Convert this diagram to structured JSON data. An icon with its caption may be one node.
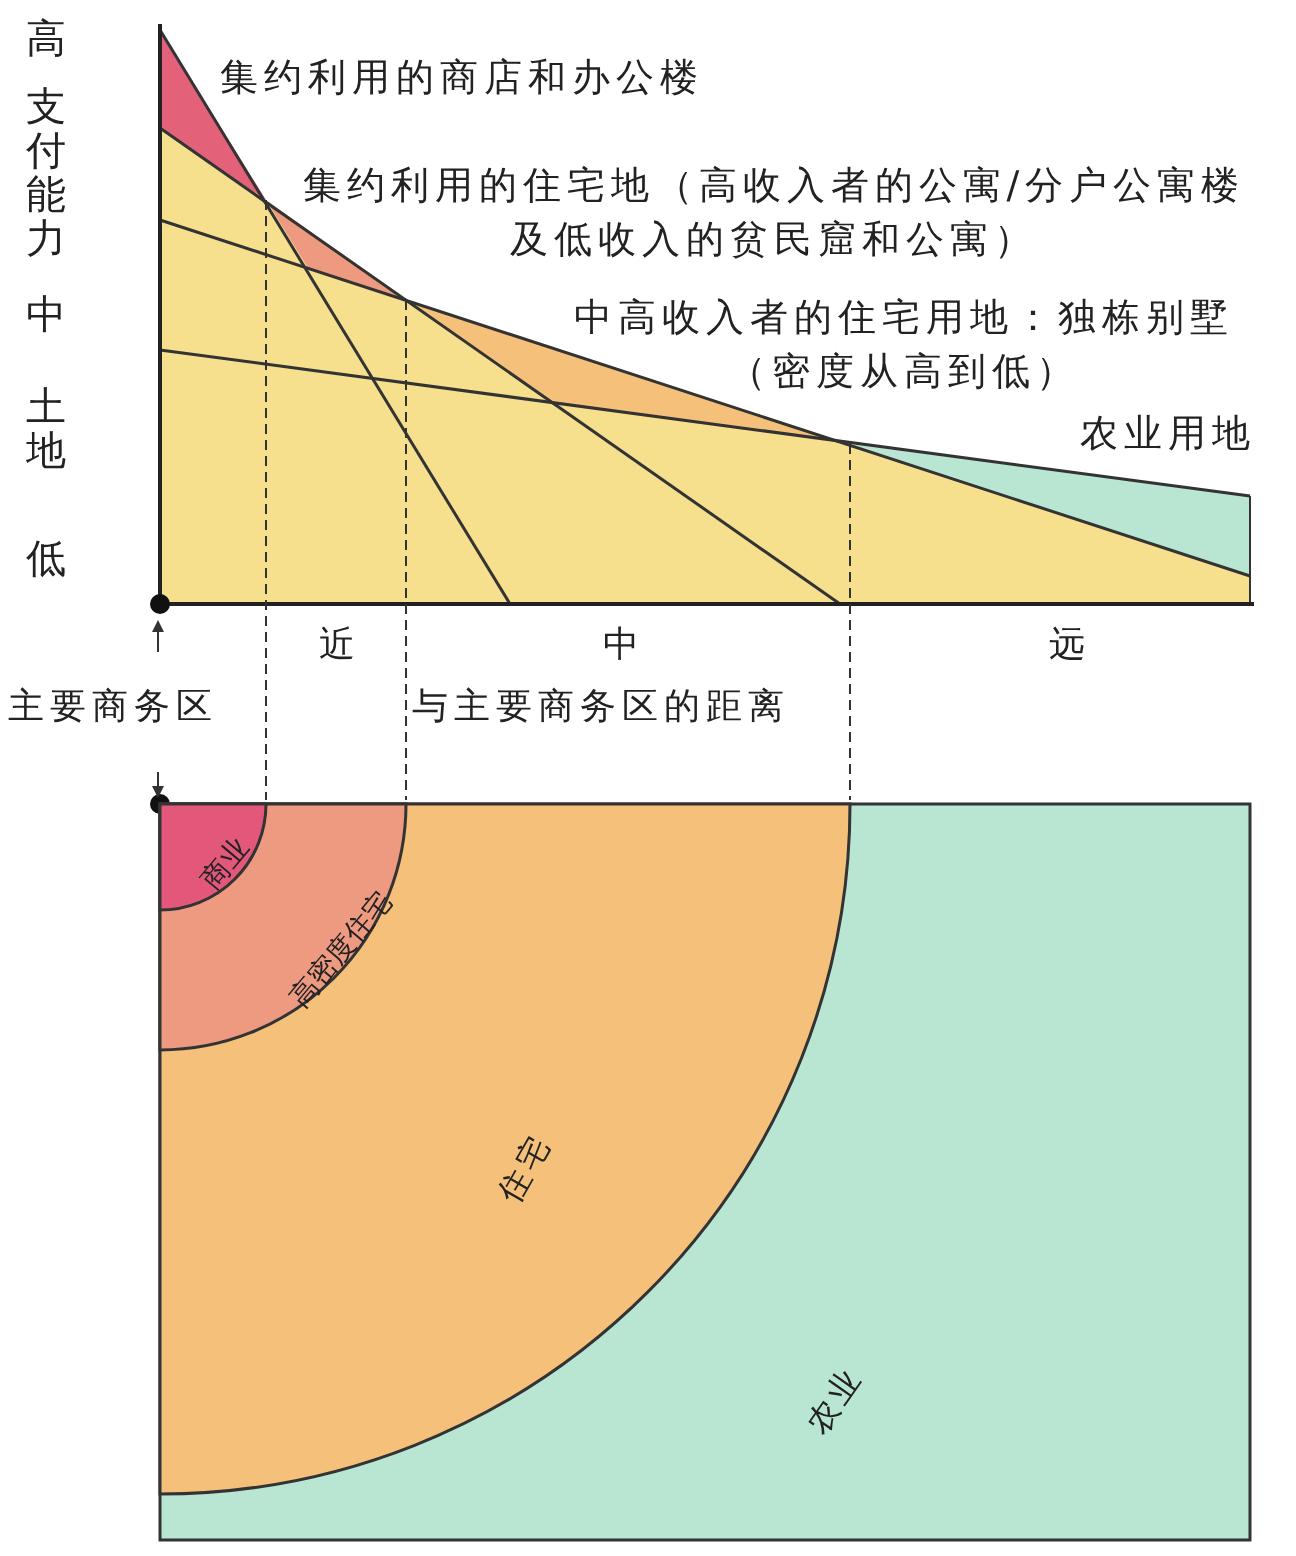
{
  "diagram": {
    "nodes": [
      {
        "text": [
          "商业"
        ],
        "in": 1
      },
      {
        "text": [
          "高密度住宅"
        ],
        "in": 2
      },
      {
        "text": [
          "住宅"
        ],
        "in": 3
      },
      {
        "text": [
          "农业"
        ]
      }
    ],
    "labels": [
      "高",
      "集约利用的商店和办公楼",
      "支付能力",
      "集约利用的住宅地（高收入者的公寓/分户公寓楼及低收入的贫民窟和公寓）",
      "中",
      "中高收入者的住宅用地：独栋别墅（密度从高到低）",
      "土地",
      "农业用地",
      "低",
      "近",
      "中",
      "远",
      "主要商务区",
      "与主要商务区的距离"
    ]
  }
}
